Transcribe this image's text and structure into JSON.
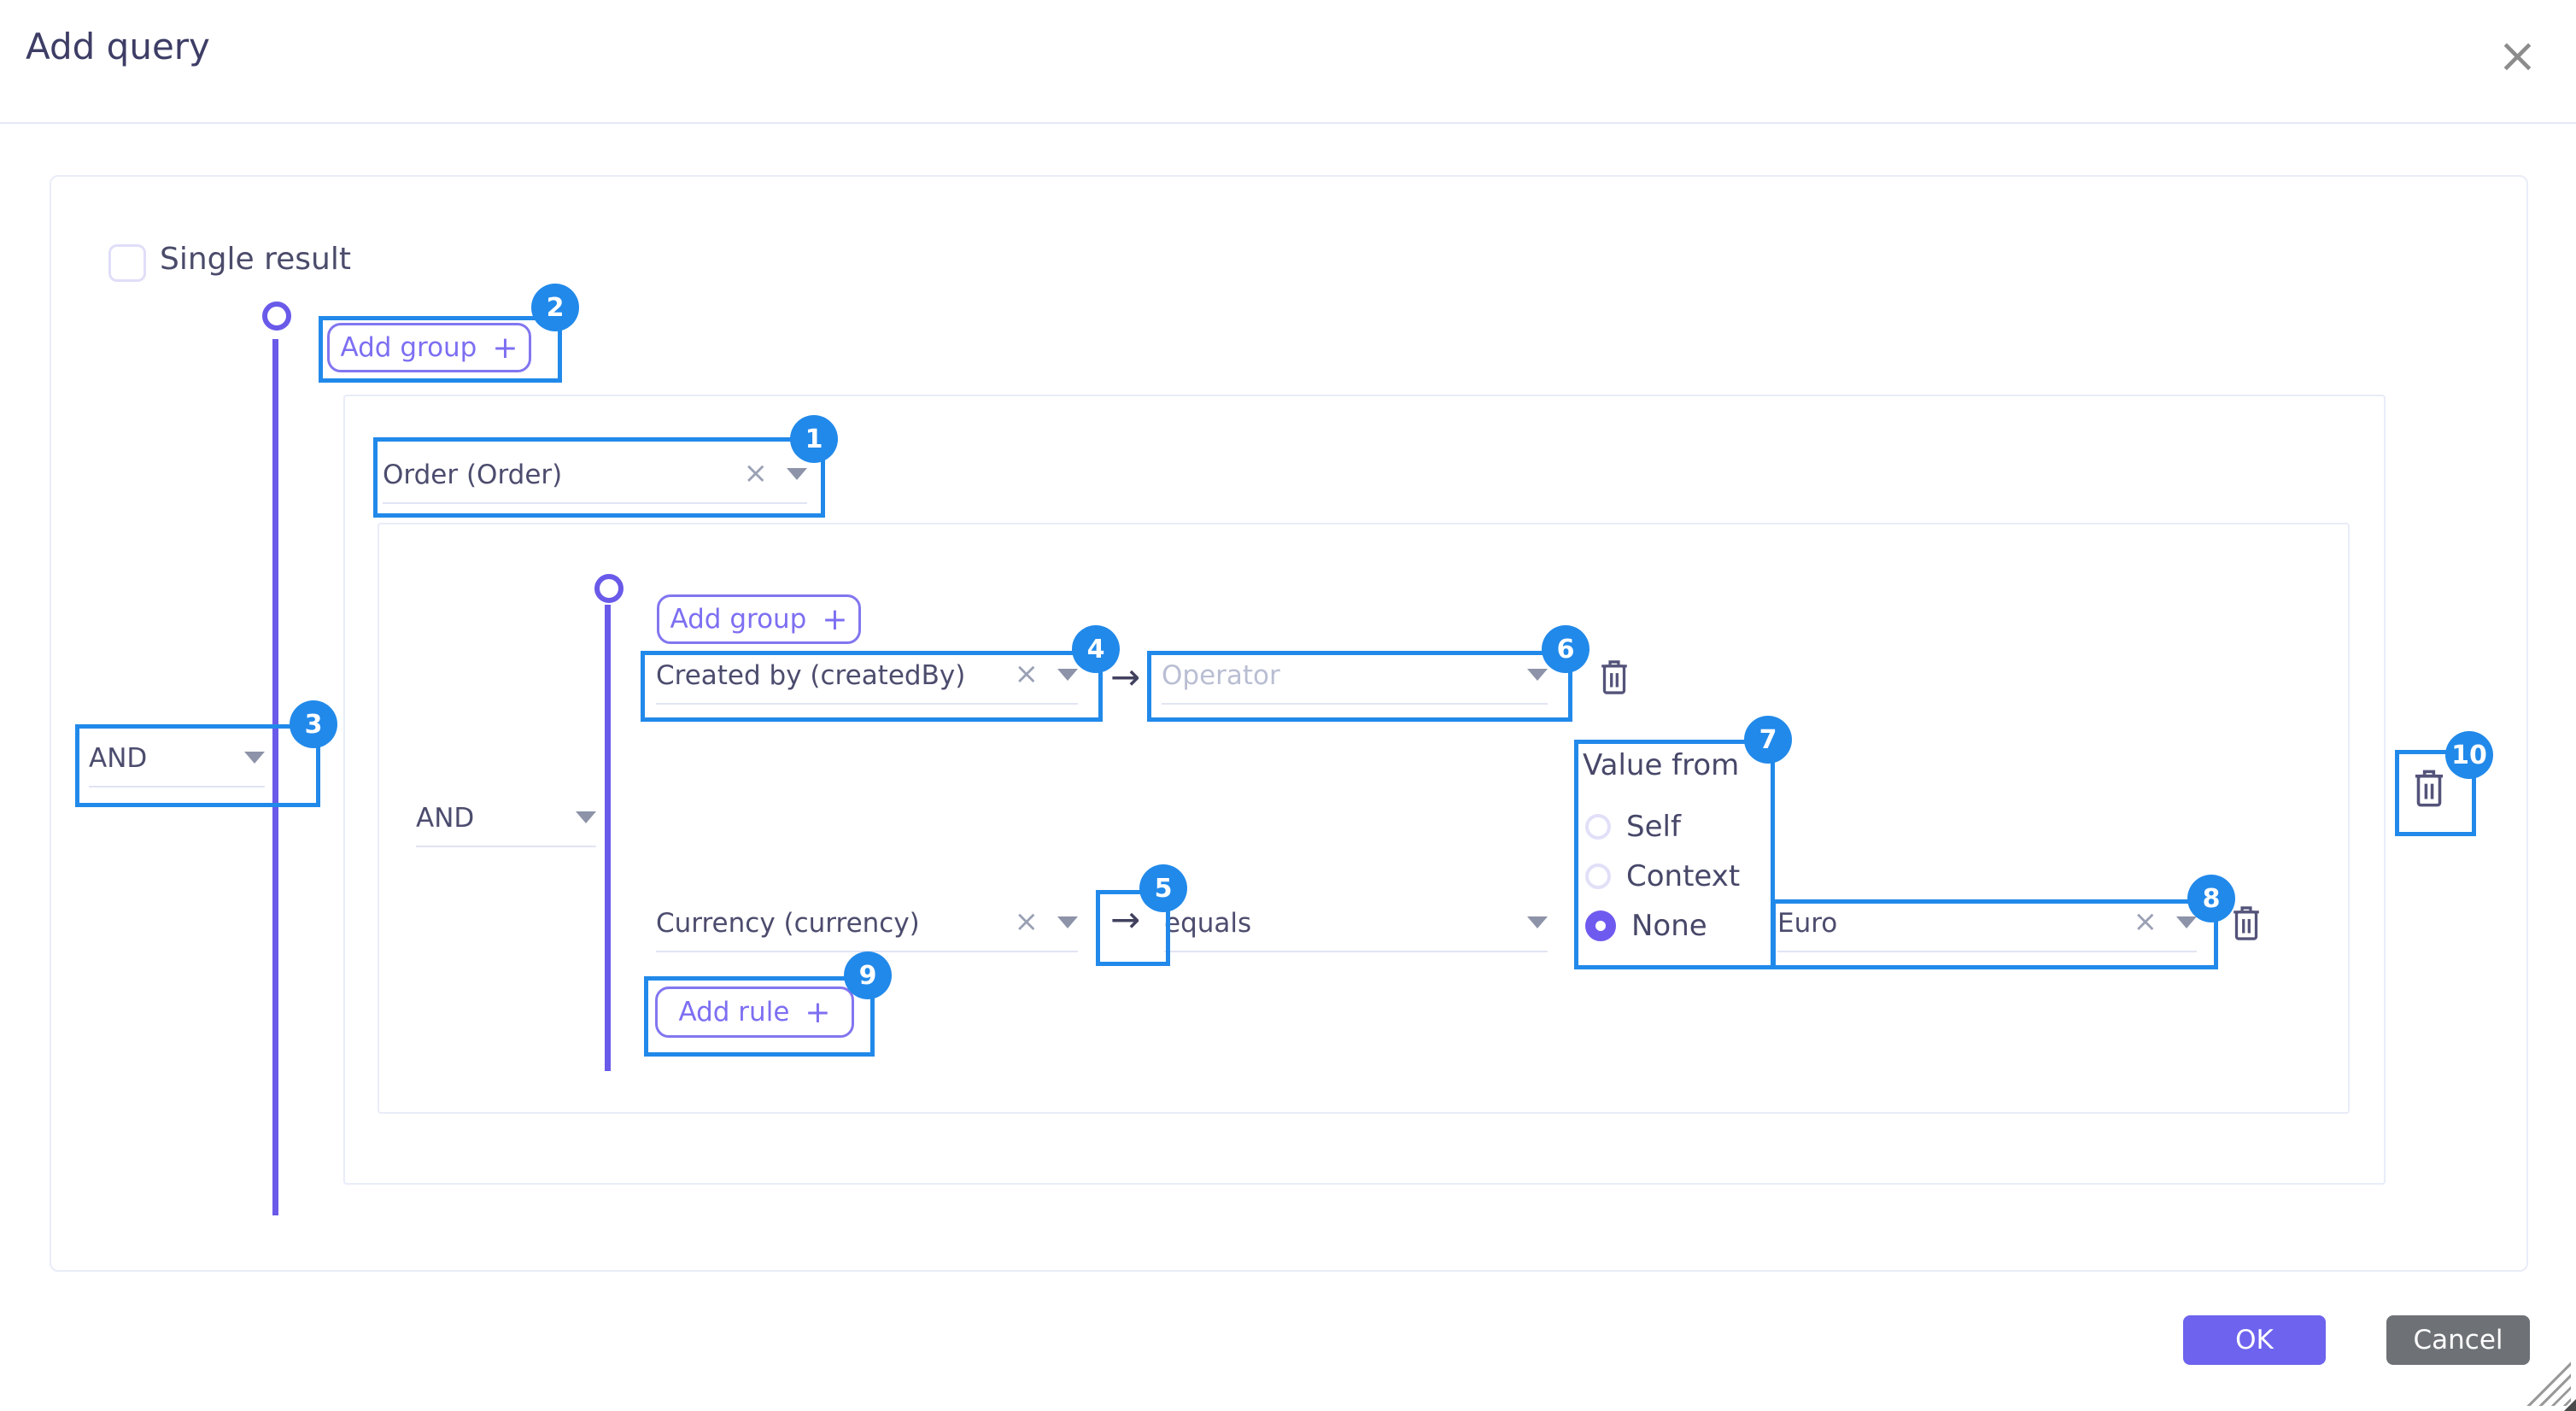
{
  "header": {
    "title": "Add query",
    "close_icon": "×"
  },
  "dialog": {
    "single_result": {
      "label": "Single result",
      "checked": false
    },
    "footer": {
      "ok_label": "OK",
      "cancel_label": "Cancel"
    }
  },
  "icons": {
    "clear": "×",
    "arrow": "→",
    "plus": "+",
    "close": "×",
    "caret": "caret-down",
    "trash": "trash-can"
  },
  "colors": {
    "annotation_blue": "#2189ea",
    "accent_purple": "#6a5ae9",
    "ok_button": "#6d63ee",
    "cancel_button": "#6e7277"
  },
  "query": {
    "outer": {
      "combinator_value": "AND",
      "add_group_label": "Add group",
      "entity_value": "Order (Order)"
    },
    "inner": {
      "combinator_value": "AND",
      "add_group_label": "Add group",
      "add_rule_label": "Add rule",
      "rules": [
        {
          "field_value": "Created by (createdBy)",
          "operator_placeholder": "Operator"
        },
        {
          "field_value": "Currency (currency)",
          "operator_value": "equals",
          "value_value": "Euro"
        }
      ]
    },
    "value_from": {
      "label": "Value from",
      "options": [
        "Self",
        "Context",
        "None"
      ],
      "selected": "None"
    }
  },
  "annotations": [
    "1",
    "2",
    "3",
    "4",
    "5",
    "6",
    "7",
    "8",
    "9",
    "10"
  ]
}
